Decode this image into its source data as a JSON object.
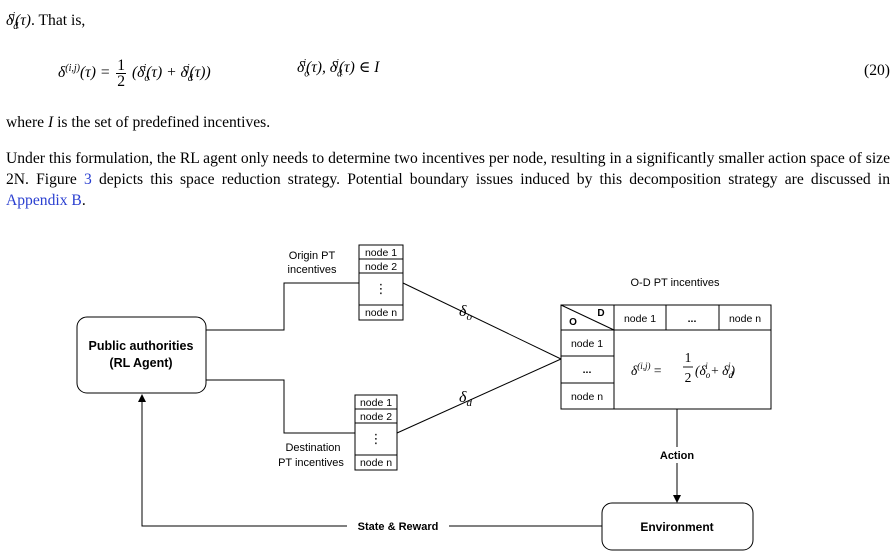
{
  "text": {
    "top_line": "δdj(τ). That is,",
    "eq_lhs": "δ(i,j)(τ) =",
    "eq_frac_num": "1",
    "eq_frac_den": "2",
    "eq_rhs_tail": "(δoi(τ) + δdj(τ))",
    "eq_condition": "δoi(τ), δdj(τ) ∈ I",
    "eq_number": "(20)",
    "where_line": "where I is the set of predefined incentives.",
    "para_part1": "Under this formulation, the RL agent only needs to determine two incentives per node, resulting in a significantly smaller action space of size 2N. Figure ",
    "figure_ref": "3",
    "para_part2": " depicts this space reduction strategy. Potential boundary issues induced by this decomposition strategy are discussed in ",
    "appendix_ref": "Appendix B",
    "para_part3": "."
  },
  "diagram": {
    "agent_label_line1": "Public authorities",
    "agent_label_line2": "(RL Agent)",
    "origin_label_line1": "Origin PT",
    "origin_label_line2": "incentives",
    "dest_label_line1": "Destination",
    "dest_label_line2": "PT incentives",
    "node_1": "node 1",
    "node_2": "node 2",
    "node_n": "node n",
    "vdots": "⋮",
    "delta_o": "δo",
    "delta_d": "δd",
    "od_title": "O-D PT incentives",
    "corner_o": "O",
    "corner_d": "D",
    "ellipsis": "...",
    "od_formula_lhs": "δ(i,j) =",
    "od_formula_num": "1",
    "od_formula_den": "2",
    "od_formula_rhs": "(δoi + δdj)",
    "action_label": "Action",
    "env_label": "Environment",
    "state_reward_label": "State & Reward"
  }
}
